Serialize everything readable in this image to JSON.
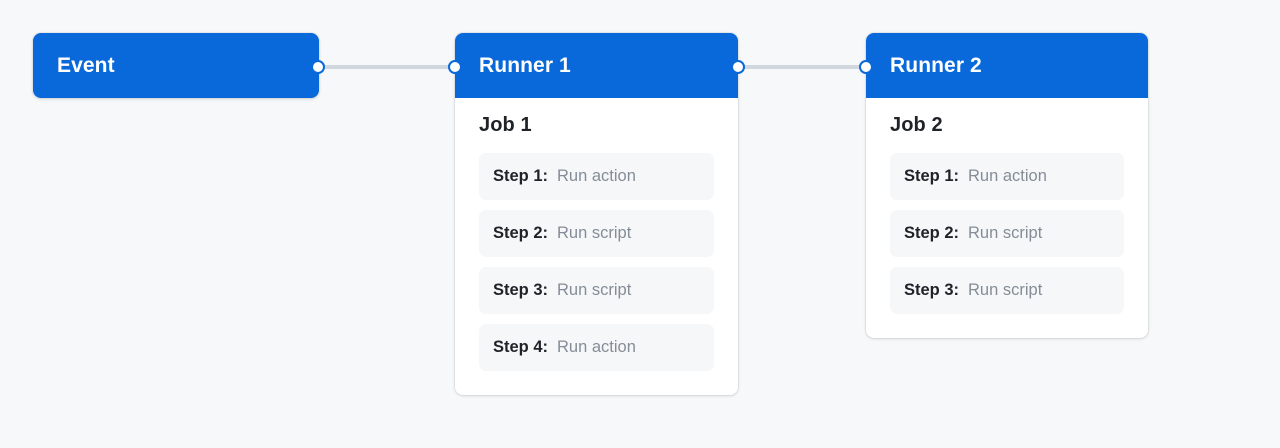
{
  "colors": {
    "accent": "#0969da",
    "canvas_background": "#f6f8fa",
    "card_background": "#ffffff",
    "step_chip_background": "#f6f7f9",
    "edge_line": "#d0d7de",
    "heading_text": "#1f2328",
    "muted_text": "#848d97",
    "header_text": "#ffffff"
  },
  "diagram": {
    "event": {
      "title": "Event"
    },
    "runners": [
      {
        "header": "Runner 1",
        "job_title": "Job 1",
        "steps": [
          {
            "label": "Step 1:",
            "value": "Run action"
          },
          {
            "label": "Step 2:",
            "value": "Run script"
          },
          {
            "label": "Step 3:",
            "value": "Run script"
          },
          {
            "label": "Step 4:",
            "value": "Run action"
          }
        ]
      },
      {
        "header": "Runner 2",
        "job_title": "Job 2",
        "steps": [
          {
            "label": "Step 1:",
            "value": "Run action"
          },
          {
            "label": "Step 2:",
            "value": "Run script"
          },
          {
            "label": "Step 3:",
            "value": "Run script"
          }
        ]
      }
    ]
  }
}
